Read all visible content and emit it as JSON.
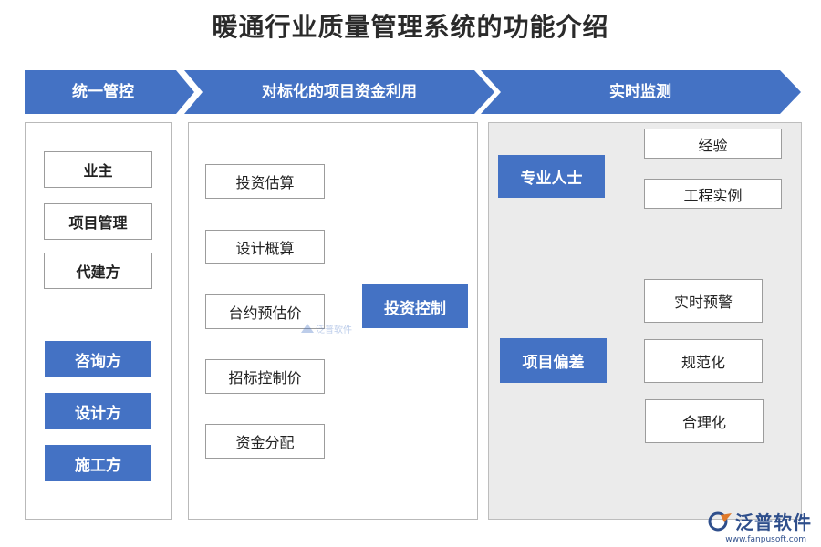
{
  "title": "暖通行业质量管理系统的功能介绍",
  "stages": [
    {
      "label": "统一管控"
    },
    {
      "label": "对标化的项目资金利用"
    },
    {
      "label": "实时监测"
    }
  ],
  "panel1": {
    "top_items": [
      "业主",
      "项目管理",
      "代建方"
    ],
    "bottom_items": [
      "咨询方",
      "设计方",
      "施工方"
    ]
  },
  "panel2": {
    "inputs": [
      "投资估算",
      "设计概算",
      "台约预估价",
      "招标控制价",
      "资金分配"
    ],
    "target": "投资控制"
  },
  "panel3": {
    "group1": {
      "source": "专业人士",
      "targets": [
        "经验",
        "工程实例"
      ]
    },
    "group2": {
      "source": "项目偏差",
      "targets": [
        "实时预警",
        "规范化",
        "合理化"
      ]
    }
  },
  "watermark": "泛普软件",
  "logo": {
    "name": "泛普软件",
    "url": "www.fanpusoft.com"
  },
  "colors": {
    "accent": "#4472c4",
    "line": "#b0b0b0",
    "panel_gray": "#ebebeb"
  }
}
